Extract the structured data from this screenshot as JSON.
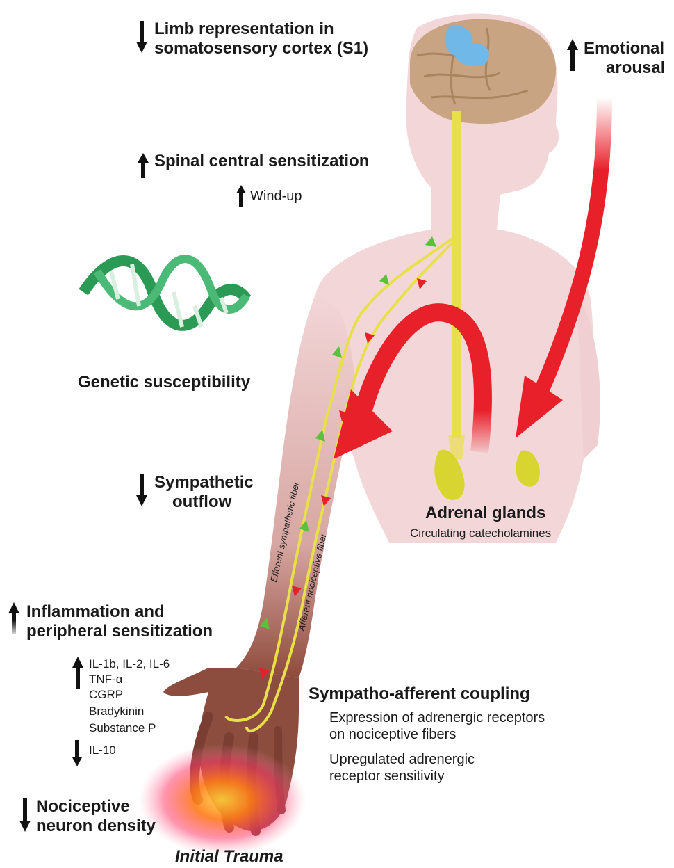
{
  "labels": {
    "limb_line1": "Limb representation in",
    "limb_line2": "somatosensory cortex (S1)",
    "emotional_line1": "Emotional",
    "emotional_line2": "arousal",
    "spinal": "Spinal central sensitization",
    "windup": "Wind-up",
    "genetic": "Genetic susceptibility",
    "sympathetic_line1": "Sympathetic",
    "sympathetic_line2": "outflow",
    "adrenal": "Adrenal glands",
    "catecholamines": "Circulating  catecholamines",
    "efferent_fiber": "Efferent sympathetic fiber",
    "afferent_fiber": "Afferent nociceptive fiber",
    "inflammation_line1": "Inflammation and",
    "inflammation_line2": "peripheral sensitization",
    "cytokines": [
      "IL-1b, IL-2, IL-6",
      "TNF-α",
      "CGRP",
      "Bradykinin",
      "Substance P"
    ],
    "il10": "IL-10",
    "nociceptive_line1": "Nociceptive",
    "nociceptive_line2": "neuron density",
    "trauma": "Initial Trauma",
    "coupling_title": "Sympatho-afferent coupling",
    "coupling_1_line1": "Expression of adrenergic receptors",
    "coupling_1_line2": "on nociceptive fibers",
    "coupling_2_line1": "Upregulated adrenergic",
    "coupling_2_line2": "receptor sensitivity"
  },
  "colors": {
    "skin": "#f3d6d8",
    "brain": "#c9a483",
    "brain_highlight": "#6fb8e8",
    "nerve": "#e8e04a",
    "red_arrow": "#e8202a",
    "dna": "#2a9a55",
    "adrenal": "#d8d430",
    "trauma_glow": "#ff7a1a",
    "arrow_black": "#111111"
  },
  "icons": {
    "up": "up-arrow-icon",
    "down": "down-arrow-icon"
  }
}
